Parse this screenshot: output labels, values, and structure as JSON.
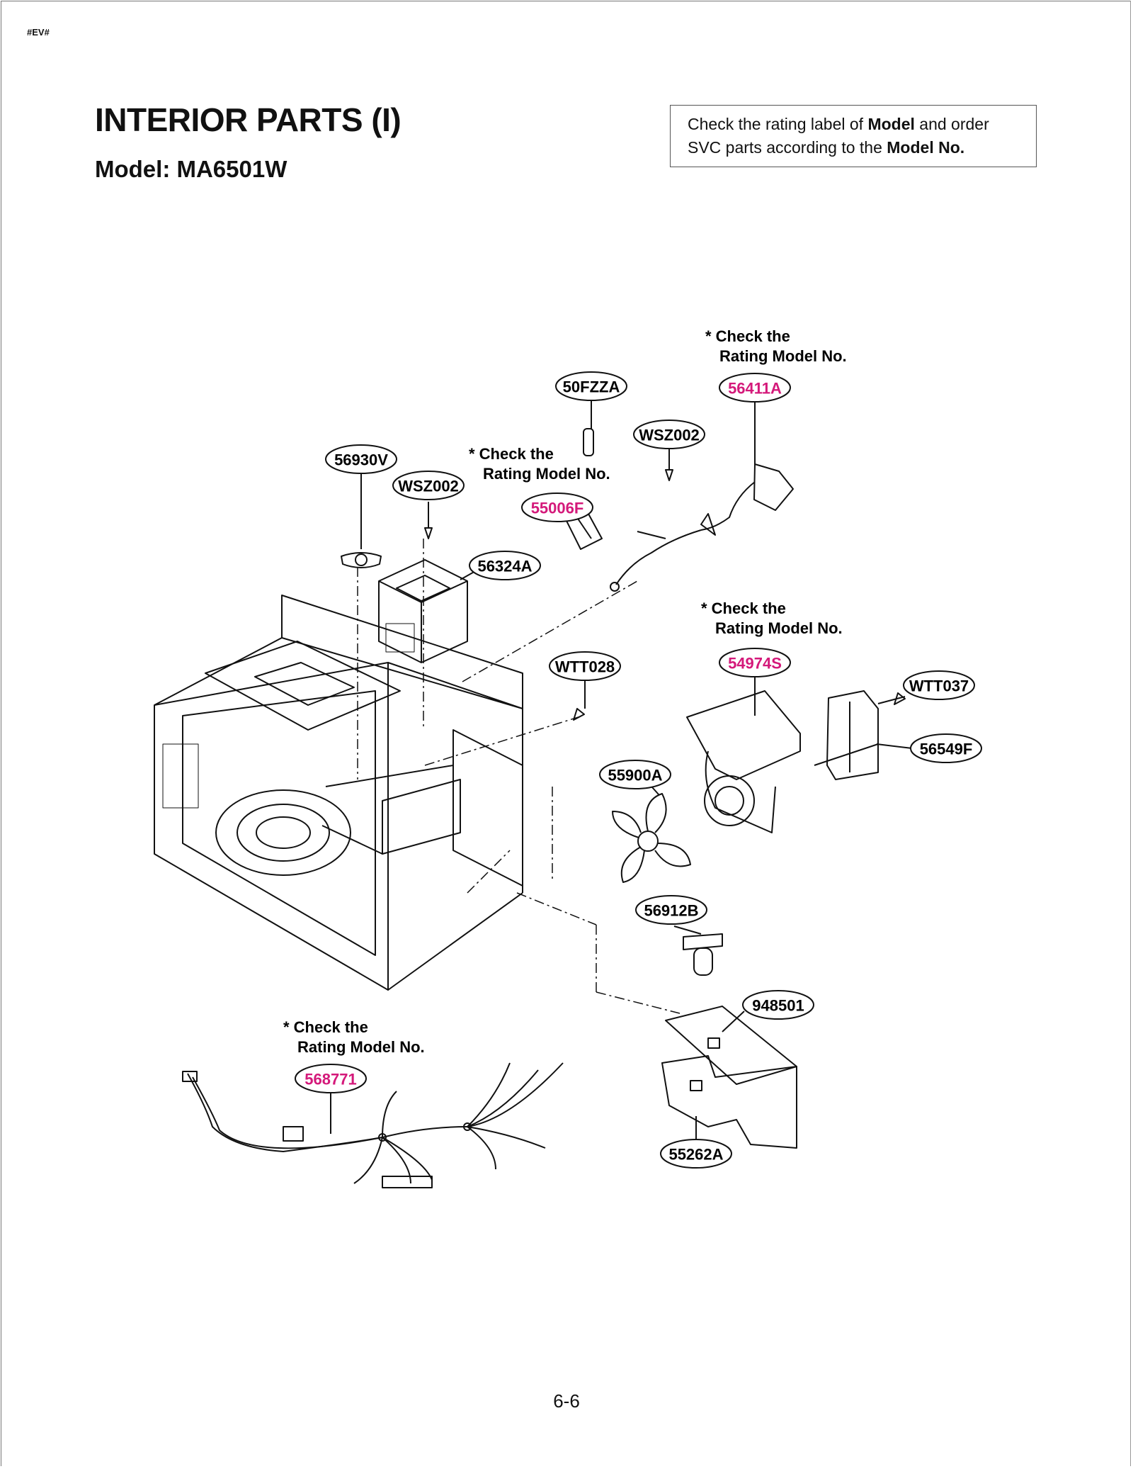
{
  "header": {
    "tag": "#EV#",
    "title": "INTERIOR PARTS (I)",
    "model": "Model: MA6501W"
  },
  "notice": {
    "pre": "Check the rating label of ",
    "b1": "Model",
    "mid": " and order SVC parts according to the ",
    "b2": "Model No."
  },
  "notes": {
    "line1": "* Check the",
    "line2": "Rating Model No."
  },
  "parts": [
    {
      "code": "50FZZA",
      "highlight": false
    },
    {
      "code": "56411A",
      "highlight": true
    },
    {
      "code": "WSZ002",
      "highlight": false
    },
    {
      "code": "56930V",
      "highlight": false
    },
    {
      "code": "WSZ002",
      "highlight": false
    },
    {
      "code": "55006F",
      "highlight": true
    },
    {
      "code": "56324A",
      "highlight": false
    },
    {
      "code": "WTT028",
      "highlight": false
    },
    {
      "code": "54974S",
      "highlight": true
    },
    {
      "code": "WTT037",
      "highlight": false
    },
    {
      "code": "56549F",
      "highlight": false
    },
    {
      "code": "55900A",
      "highlight": false
    },
    {
      "code": "56912B",
      "highlight": false
    },
    {
      "code": "948501",
      "highlight": false
    },
    {
      "code": "568771",
      "highlight": true
    },
    {
      "code": "55262A",
      "highlight": false
    }
  ],
  "colors": {
    "highlight": "#d4197a",
    "line": "#111111"
  },
  "footer": {
    "page": "6-6"
  }
}
